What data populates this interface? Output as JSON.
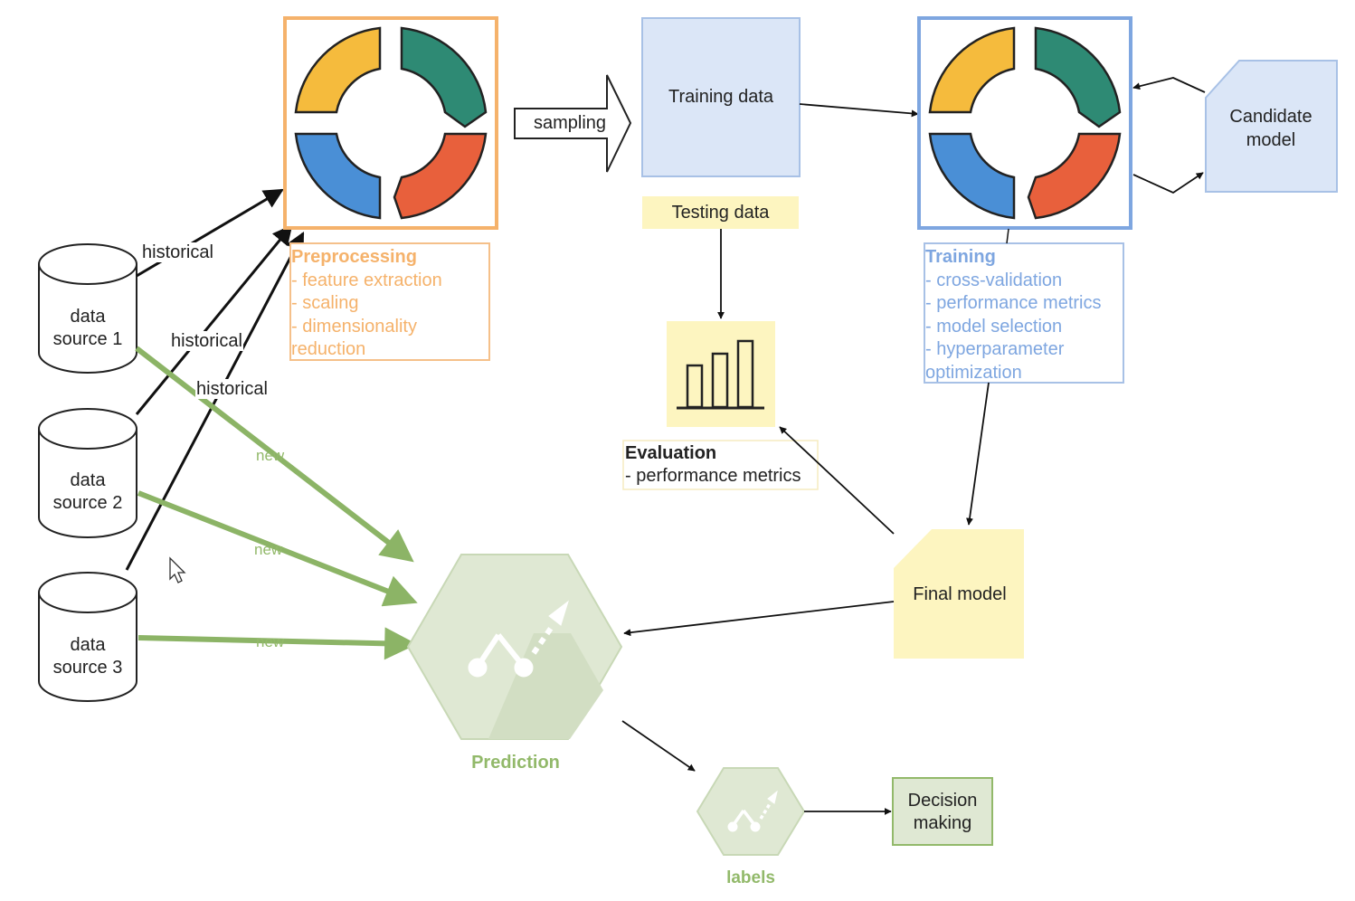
{
  "sources": [
    {
      "line1": "data",
      "line2": "source 1"
    },
    {
      "line1": "data",
      "line2": "source 2"
    },
    {
      "line1": "data",
      "line2": "source 3"
    }
  ],
  "edge_labels": {
    "historical": "historical",
    "new": "new",
    "sampling": "sampling"
  },
  "preprocessing": {
    "title": "Preprocessing",
    "items": [
      "- feature extraction",
      "- scaling",
      "- dimensionality",
      "reduction"
    ]
  },
  "training_data": "Training data",
  "testing_data": "Testing data",
  "training": {
    "title": "Training",
    "items": [
      "- cross-validation",
      "- performance metrics",
      "- model selection",
      "- hyperparameter",
      "optimization"
    ]
  },
  "candidate_model": {
    "line1": "Candidate",
    "line2": "model"
  },
  "evaluation": {
    "title": "Evaluation",
    "item": "- performance metrics"
  },
  "final_model": "Final model",
  "prediction": "Prediction",
  "labels": "labels",
  "decision_making": {
    "line1": "Decision",
    "line2": "making"
  },
  "colors": {
    "orange": "#f5b26b",
    "blue": "#7ea6e0",
    "green": "#92b96a",
    "yellow_fill": "#fdf5c0",
    "blue_fill": "#dbe6f7",
    "green_fill": "#dfe8d3",
    "arc_yellow": "#f5bb3d",
    "arc_teal": "#2e8a74",
    "arc_blue": "#4a8fd6",
    "arc_red": "#e8603c"
  }
}
